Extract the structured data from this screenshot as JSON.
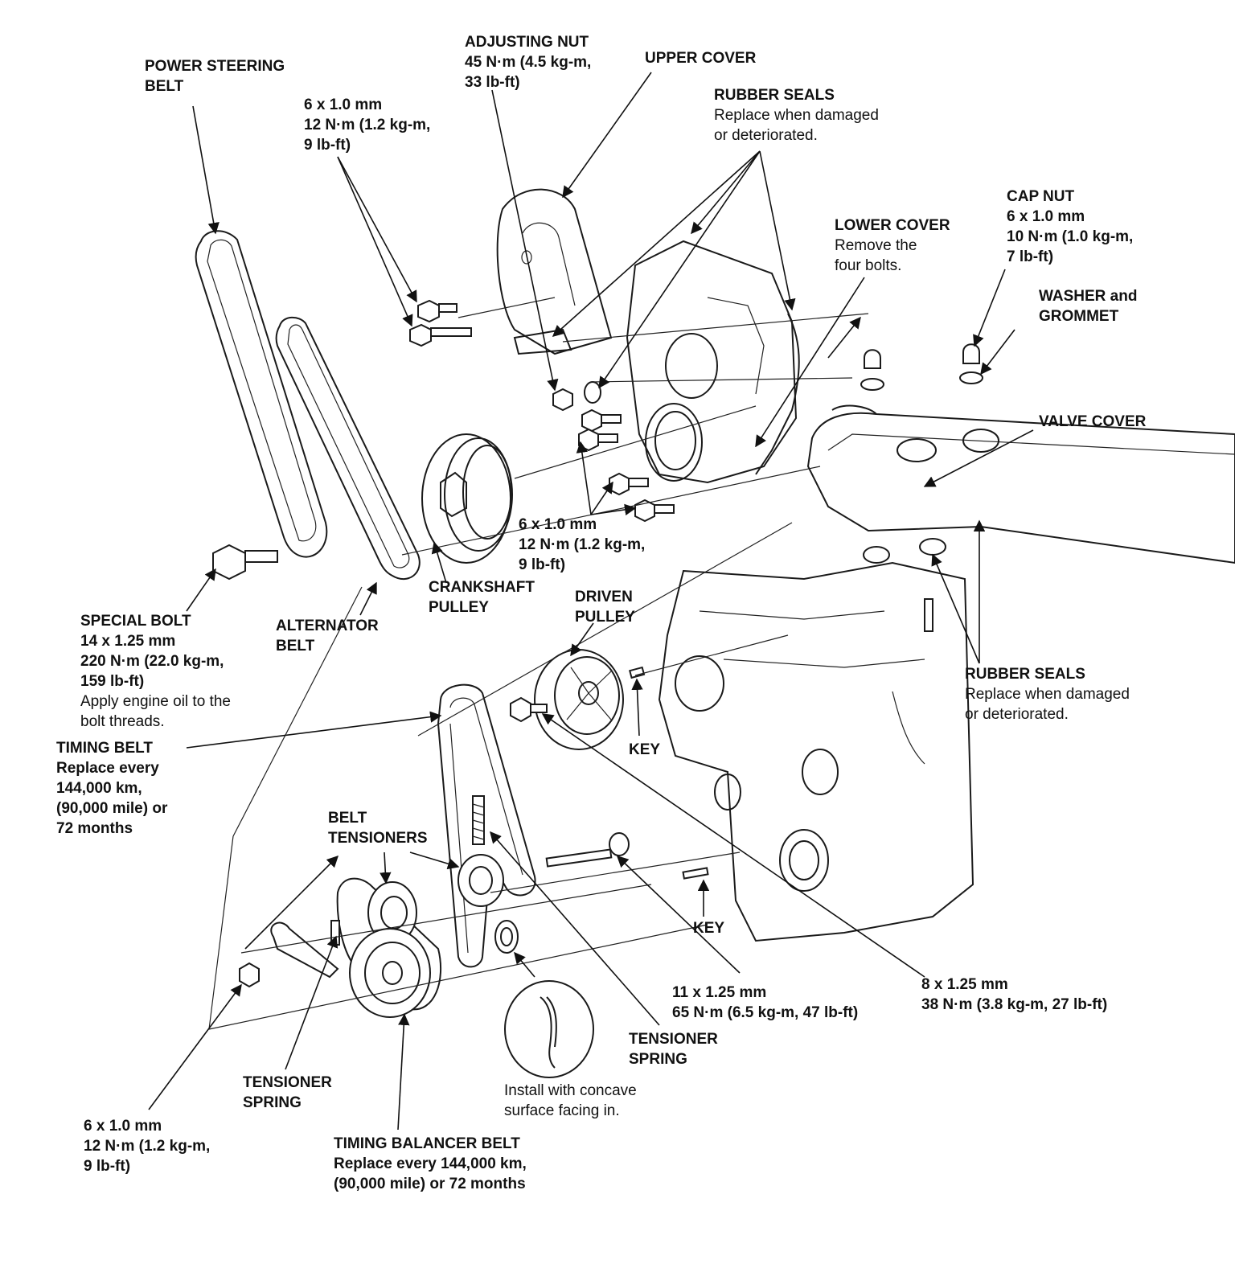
{
  "labels": {
    "power_steering_belt": {
      "title": [
        "POWER STEERING",
        "BELT"
      ]
    },
    "adjusting_nut": {
      "title": [
        "ADJUSTING NUT"
      ],
      "spec": [
        "45 N·m (4.5 kg-m,",
        "33 lb-ft)"
      ]
    },
    "upper_cover": {
      "title": [
        "UPPER COVER"
      ]
    },
    "bolt_upper": {
      "spec": [
        "6 x 1.0 mm",
        "12 N·m (1.2 kg-m,",
        "9 lb-ft)"
      ]
    },
    "rubber_seals_top": {
      "title": [
        "RUBBER SEALS"
      ],
      "note": [
        "Replace when damaged",
        "or deteriorated."
      ]
    },
    "cap_nut": {
      "title": [
        "CAP NUT"
      ],
      "spec": [
        "6 x 1.0 mm",
        "10 N·m (1.0 kg-m,",
        "7 lb-ft)"
      ]
    },
    "lower_cover": {
      "title": [
        "LOWER COVER"
      ],
      "note": [
        "Remove the",
        "four bolts."
      ]
    },
    "washer_grommet": {
      "title": [
        "WASHER and",
        "GROMMET"
      ]
    },
    "valve_cover": {
      "title": [
        "VALVE COVER"
      ]
    },
    "bolt_lower_cover": {
      "spec": [
        "6 x 1.0 mm",
        "12 N·m (1.2 kg-m,",
        "9 lb-ft)"
      ]
    },
    "crankshaft_pulley": {
      "title": [
        "CRANKSHAFT",
        "PULLEY"
      ]
    },
    "driven_pulley": {
      "title": [
        "DRIVEN",
        "PULLEY"
      ]
    },
    "special_bolt": {
      "title": [
        "SPECIAL BOLT"
      ],
      "spec": [
        "14 x 1.25 mm",
        "220 N·m (22.0 kg-m,",
        "159 lb-ft)"
      ],
      "note": [
        "Apply engine oil to the",
        "bolt threads."
      ]
    },
    "alternator_belt": {
      "title": [
        "ALTERNATOR",
        "BELT"
      ]
    },
    "rubber_seals_right": {
      "title": [
        "RUBBER SEALS"
      ],
      "note": [
        "Replace when damaged",
        "or deteriorated."
      ]
    },
    "timing_belt": {
      "title": [
        "TIMING BELT"
      ],
      "spec": [
        "Replace every",
        "144,000 km,",
        "(90,000 mile) or",
        "72 months"
      ]
    },
    "key_upper": {
      "title": [
        "KEY"
      ]
    },
    "belt_tensioners": {
      "title": [
        "BELT",
        "TENSIONERS"
      ]
    },
    "key_lower": {
      "title": [
        "KEY"
      ]
    },
    "bolt_11": {
      "spec": [
        "11 x 1.25 mm",
        "65 N·m (6.5 kg-m, 47 lb-ft)"
      ]
    },
    "bolt_8": {
      "spec": [
        "8 x 1.25 mm",
        "38 N·m (3.8 kg-m, 27 lb-ft)"
      ]
    },
    "tensioner_spring_right": {
      "title": [
        "TENSIONER",
        "SPRING"
      ]
    },
    "tensioner_spring_left": {
      "title": [
        "TENSIONER",
        "SPRING"
      ]
    },
    "install_note": {
      "note": [
        "Install with concave",
        "surface facing in."
      ]
    },
    "bolt_bottom_left": {
      "spec": [
        "6 x 1.0 mm",
        "12 N·m (1.2 kg-m,",
        "9 lb-ft)"
      ]
    },
    "timing_balancer_belt": {
      "title": [
        "TIMING BALANCER BELT"
      ],
      "spec": [
        "Replace every 144,000 km,",
        "(90,000 mile) or 72 months"
      ]
    }
  }
}
